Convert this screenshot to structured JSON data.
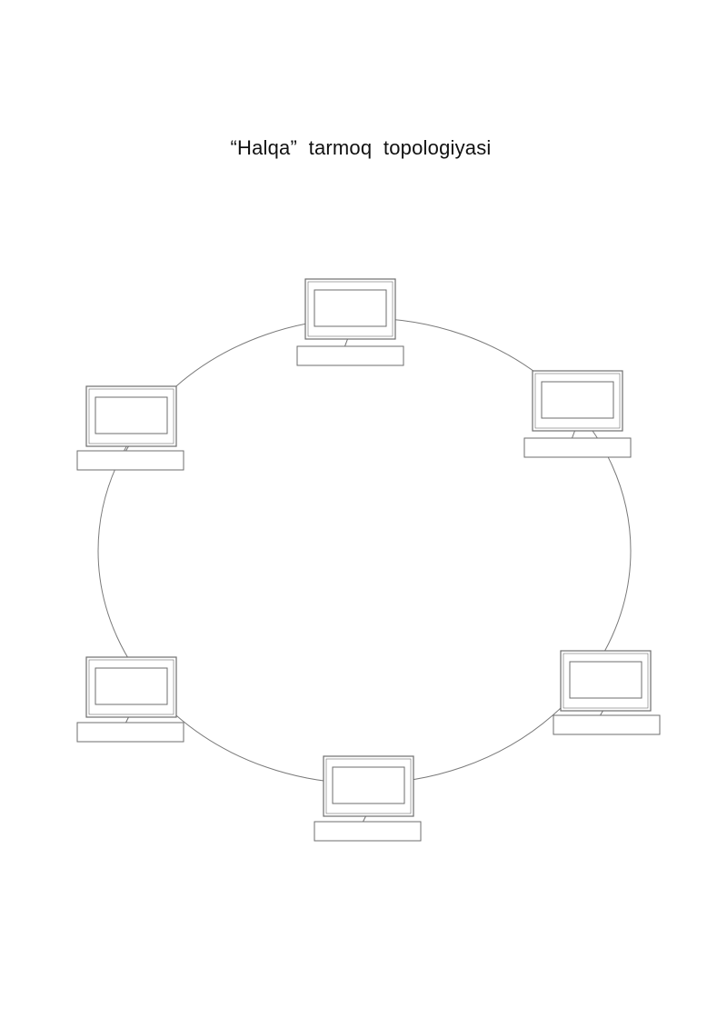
{
  "title": "“Halqa”  tarmoq  topologiyasi",
  "diagram": {
    "topology": "ring",
    "node_icon": "computer-icon",
    "node_count": 6,
    "line_color": "#7a7a7a",
    "stroke_color": "#6e6e6e"
  }
}
